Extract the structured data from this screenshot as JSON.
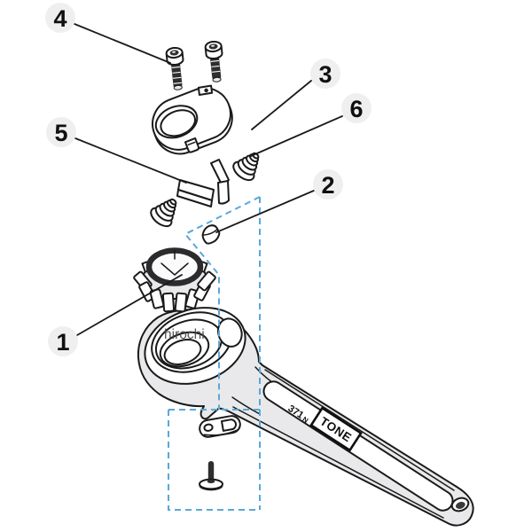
{
  "diagram": {
    "type": "exploded-parts-diagram",
    "watermark": "hirochi",
    "handle_markings": {
      "model_number": "371",
      "model_suffix": "N",
      "brand": "TONE"
    },
    "callouts": [
      {
        "number": "1",
        "target": "drive-gear"
      },
      {
        "number": "2",
        "target": "push-button"
      },
      {
        "number": "3",
        "target": "cover-plate"
      },
      {
        "number": "4",
        "target": "cap-screws"
      },
      {
        "number": "5",
        "target": "pawl"
      },
      {
        "number": "6",
        "target": "pawl-spring"
      }
    ],
    "colors": {
      "line": "#1a1a1a",
      "part_fill": "#e9e9eb",
      "callout_bg": "#efefef",
      "dashed_outline": "#58a8d8",
      "watermark": "#454545"
    }
  }
}
